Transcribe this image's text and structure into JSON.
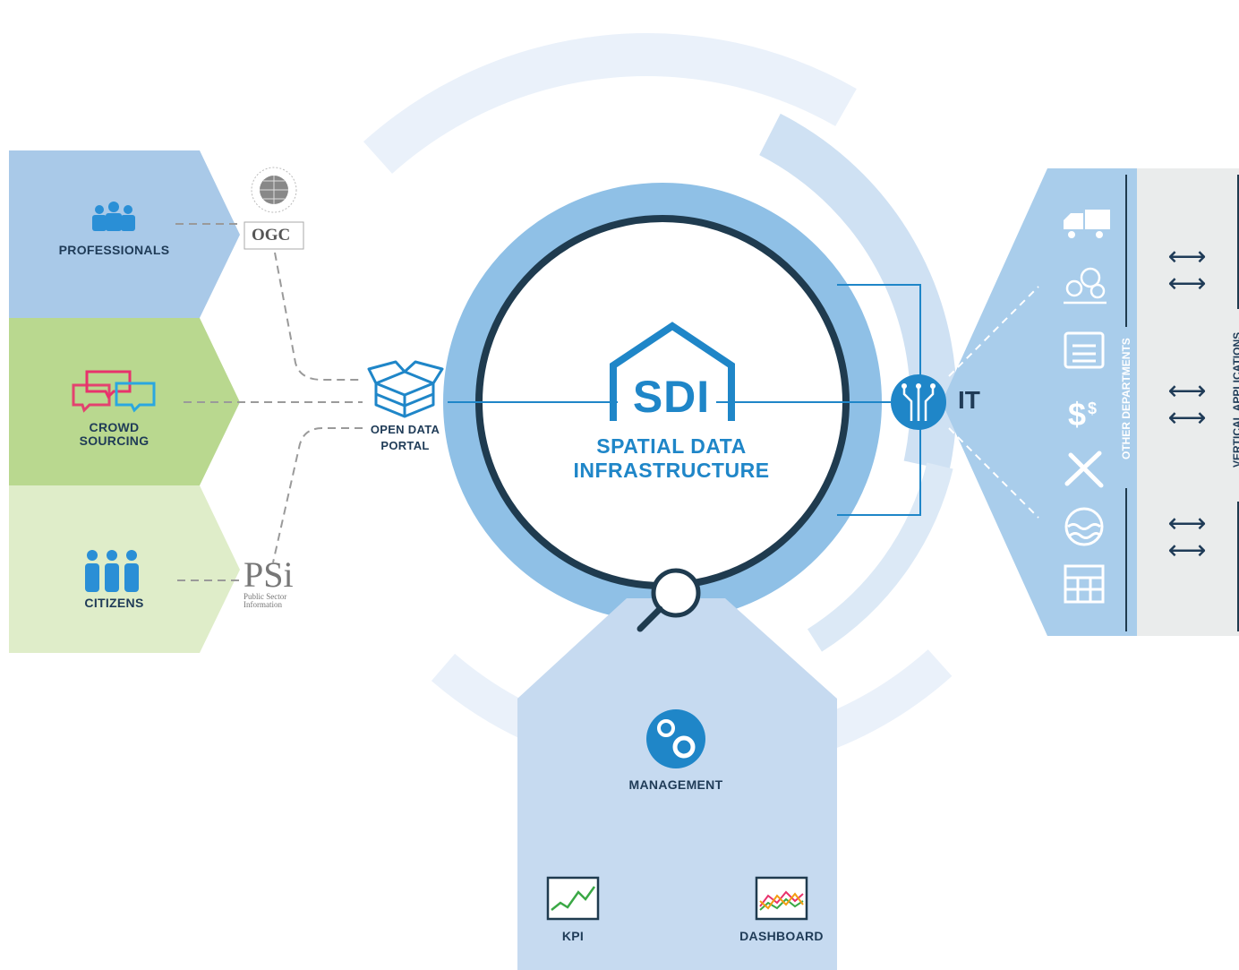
{
  "left_groups": {
    "professionals": "PROFESSIONALS",
    "crowd_line1": "CROWD",
    "crowd_line2": "SOURCING",
    "citizens": "CITIZENS"
  },
  "standards": {
    "ogc": "OGC",
    "psi": "PSi",
    "psi_line1": "Public Sector",
    "psi_line2": "Information"
  },
  "portal": {
    "line1": "OPEN DATA",
    "line2": "PORTAL"
  },
  "center": {
    "title": "SDI",
    "line1": "SPATIAL DATA",
    "line2": "INFRASTRUCTURE"
  },
  "it": {
    "label": "IT"
  },
  "right": {
    "other_departments": "OTHER DEPARTMENTS",
    "vertical_applications": "VERTICAL APPLICATIONS",
    "arrow": "⟷"
  },
  "bottom": {
    "management": "MANAGEMENT",
    "kpi": "KPI",
    "dashboard": "DASHBOARD"
  },
  "colors": {
    "blue_light": "#a9c9e8",
    "green": "#b9d88f",
    "green_light": "#dfedc9",
    "sdi_blue": "#1f86c8",
    "ring": "#8fc0e6",
    "dark_ring": "#1f3b4f",
    "panel_gray": "#eaecec",
    "crowd_red": "#e8326c",
    "crowd_blue": "#2aa7e0"
  },
  "icons": [
    "people-icon",
    "speech-bubbles-icon",
    "ogc-globe-icon",
    "open-box-icon",
    "house-icon",
    "circuit-icon",
    "magnifier-icon",
    "gears-icon",
    "kpi-chart-icon",
    "dashboard-chart-icon",
    "truck-icon",
    "trees-icon",
    "calendar-icon",
    "dollar-icon",
    "tools-icon",
    "water-icon",
    "building-icon"
  ]
}
